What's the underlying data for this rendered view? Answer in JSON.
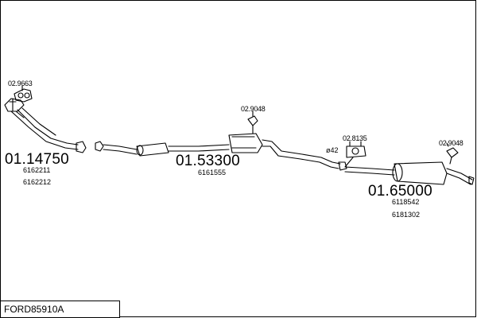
{
  "diagram": {
    "title": "FORD85910A",
    "parts": [
      {
        "number": "01.14750",
        "oem": [
          "6162211",
          "6162212"
        ]
      },
      {
        "number": "01.53300",
        "oem": [
          "6161555"
        ]
      },
      {
        "number": "01.65000",
        "oem": [
          "6118542",
          "6181302"
        ]
      }
    ],
    "fittings": [
      {
        "ref": "02.9663"
      },
      {
        "ref": "02.9048"
      },
      {
        "ref": "02.8135"
      },
      {
        "ref": "02.9048"
      }
    ],
    "pipe_diameter": "ø42"
  },
  "colors": {
    "line": "#000000",
    "background": "#ffffff"
  }
}
